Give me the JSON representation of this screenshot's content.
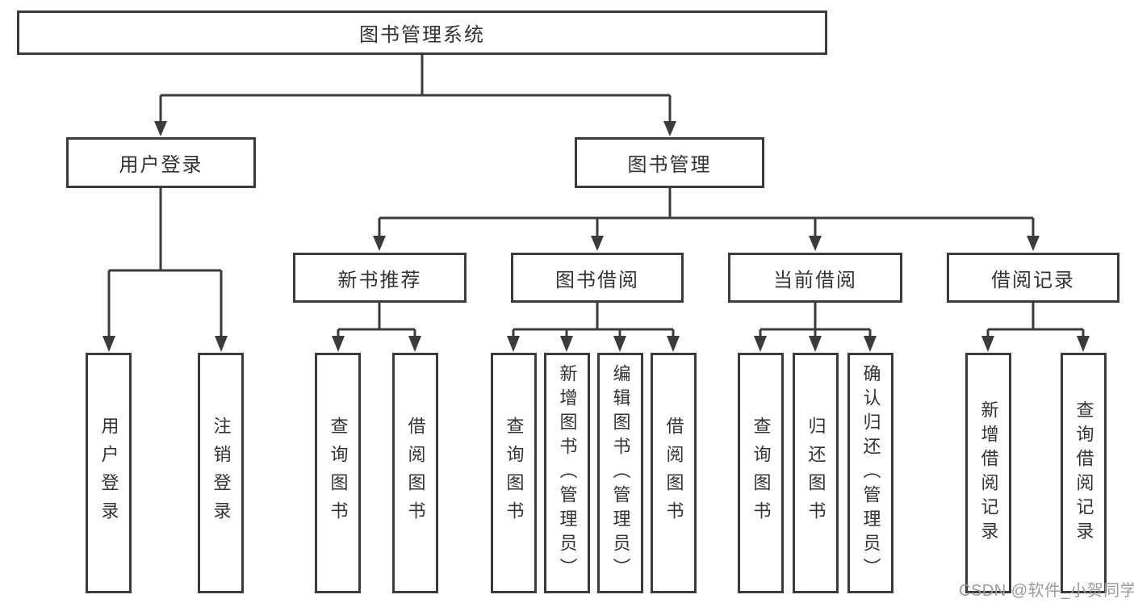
{
  "tree": {
    "root": {
      "label": "图书管理系统"
    },
    "branches": [
      {
        "label": "用户登录",
        "children": [
          {
            "label": "用户登录"
          },
          {
            "label": "注销登录"
          }
        ]
      },
      {
        "label": "图书管理",
        "children": [
          {
            "label": "新书推荐",
            "children": [
              {
                "label": "查询图书"
              },
              {
                "label": "借阅图书"
              }
            ]
          },
          {
            "label": "图书借阅",
            "children": [
              {
                "label": "查询图书"
              },
              {
                "label": "新增图书（管理员）"
              },
              {
                "label": "编辑图书（管理员）"
              },
              {
                "label": "借阅图书"
              }
            ]
          },
          {
            "label": "当前借阅",
            "children": [
              {
                "label": "查询图书"
              },
              {
                "label": "归还图书"
              },
              {
                "label": "确认归还（管理员）"
              }
            ]
          },
          {
            "label": "借阅记录",
            "children": [
              {
                "label": "新增借阅记录"
              },
              {
                "label": "查询借阅记录"
              }
            ]
          }
        ]
      }
    ]
  },
  "watermark": {
    "text": "CSDN @软件_小贺同学"
  },
  "colors": {
    "line": "#3b3b3b",
    "text": "#333333",
    "watermark": "#9b9b9b",
    "background": "#ffffff"
  }
}
